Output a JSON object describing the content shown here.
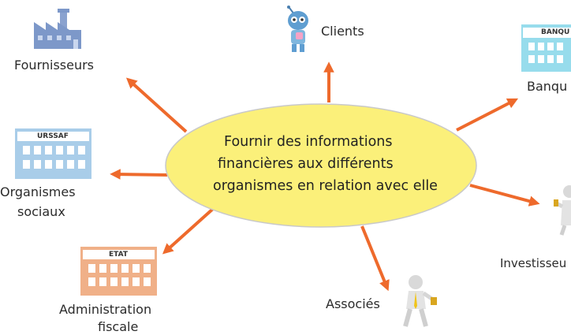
{
  "center": {
    "line1": "Fournir des informations",
    "line2": "financières aux différents",
    "line3": "organismes en relation avec elle"
  },
  "nodes": {
    "fournisseurs": "Fournisseurs",
    "clients": "Clients",
    "banque": "Banqu",
    "banque_sign": "BANQU",
    "organismes_sociaux_1": "Organismes",
    "organismes_sociaux_2": "sociaux",
    "urssaf_sign": "URSSAF",
    "investisseurs": "Investisseu",
    "associes": "Associés",
    "administration_1": "Administration",
    "administration_2": "fiscale",
    "etat_sign": "ETAT"
  },
  "colors": {
    "ellipse_fill": "#fbf07a",
    "ellipse_stroke": "#c9c9c9",
    "arrow": "#ee6a2c",
    "building_blue": "#7d98c9",
    "building_light_blue": "#a9cde9",
    "building_cyan": "#97dcec",
    "building_orange": "#f0b088"
  }
}
